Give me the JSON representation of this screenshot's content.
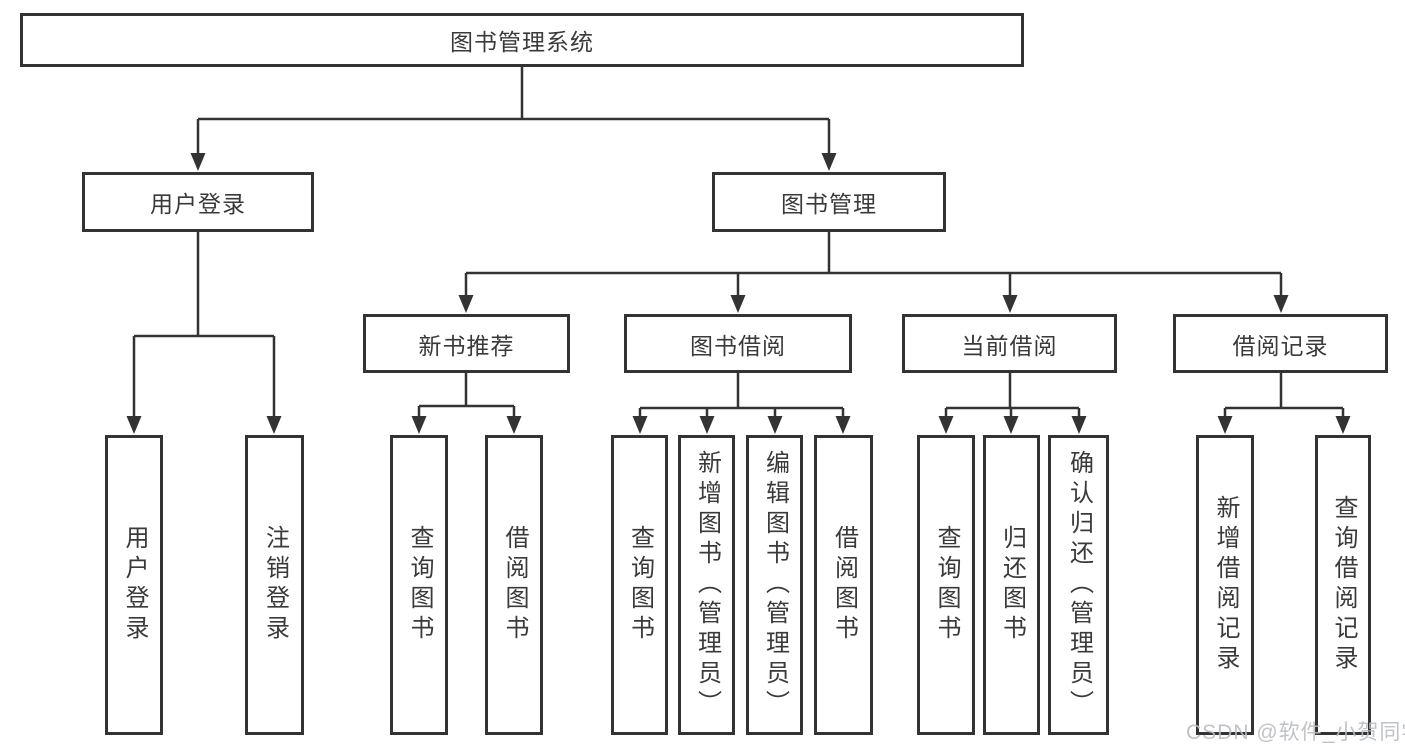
{
  "diagram": {
    "root": {
      "label": "图书管理系统"
    },
    "level2": [
      {
        "label": "用户登录"
      },
      {
        "label": "图书管理"
      }
    ],
    "level3": [
      {
        "label": "新书推荐"
      },
      {
        "label": "图书借阅"
      },
      {
        "label": "当前借阅"
      },
      {
        "label": "借阅记录"
      }
    ],
    "leaves": {
      "login": [
        {
          "label": "用户登录"
        },
        {
          "label": "注销登录"
        }
      ],
      "recommend": [
        {
          "label": "查询图书"
        },
        {
          "label": "借阅图书"
        }
      ],
      "borrow": [
        {
          "label": "查询图书"
        },
        {
          "label": "新增图书（管理员）"
        },
        {
          "label": "编辑图书（管理员）"
        },
        {
          "label": "借阅图书"
        }
      ],
      "current": [
        {
          "label": "查询图书"
        },
        {
          "label": "归还图书"
        },
        {
          "label": "确认归还（管理员）"
        }
      ],
      "records": [
        {
          "label": "新增借阅记录"
        },
        {
          "label": "查询借阅记录"
        }
      ]
    },
    "watermark": {
      "text": "CSDN @软件_小贺同学"
    },
    "colors": {
      "line": "#333333",
      "text": "#3a3a3a",
      "watermark": "#b9bdc1",
      "background": "#ffffff"
    }
  }
}
